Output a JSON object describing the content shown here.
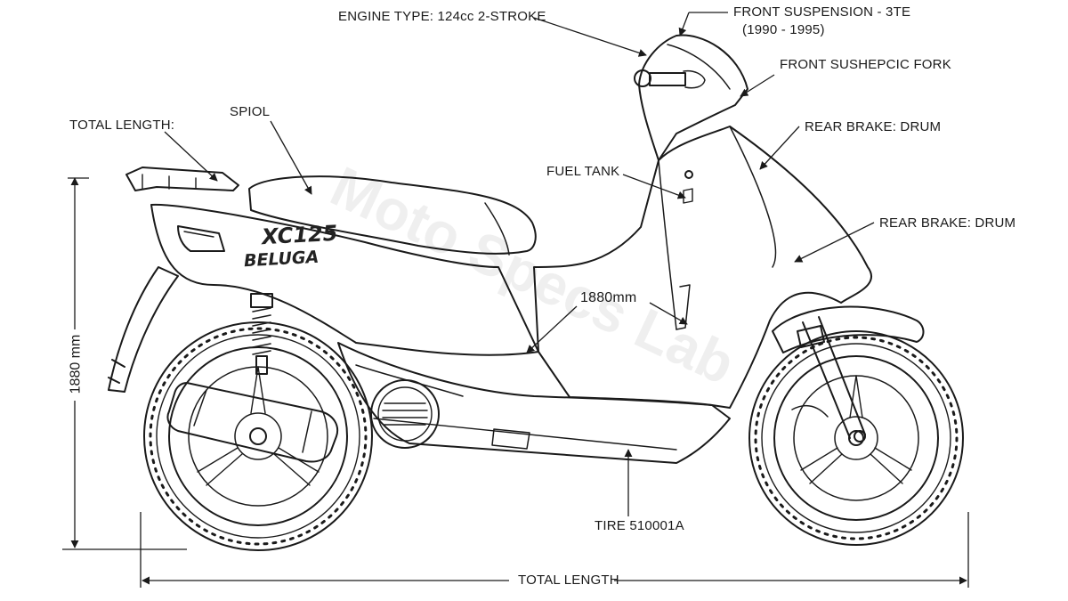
{
  "labels": {
    "engine_type": "ENGINE TYPE: 124cc 2-STROKE",
    "front_suspension_line1": "FRONT SUSPENSION - 3TE",
    "front_suspension_line2": "(1990 - 1995)",
    "front_fork": "FRONT SUSHEPCIC FORK",
    "total_length_top": "TOTAL LENGTH:",
    "spiol": "SPIOL",
    "rear_brake_1": "REAR BRAKE: DRUM",
    "fuel_tank": "FUEL TANK",
    "rear_brake_2": "REAR BRAKE: DRUM",
    "length_mm": "1880mm",
    "height_vertical": "1880 mm",
    "tire": "TIRE 510001A",
    "total_length_bottom": "TOTAL LENGTH"
  },
  "branding": {
    "model": "XC125",
    "name": "BELUGA"
  },
  "watermark": "Moto Specs Lab",
  "colors": {
    "line": "#1a1a1a",
    "background": "#ffffff"
  }
}
